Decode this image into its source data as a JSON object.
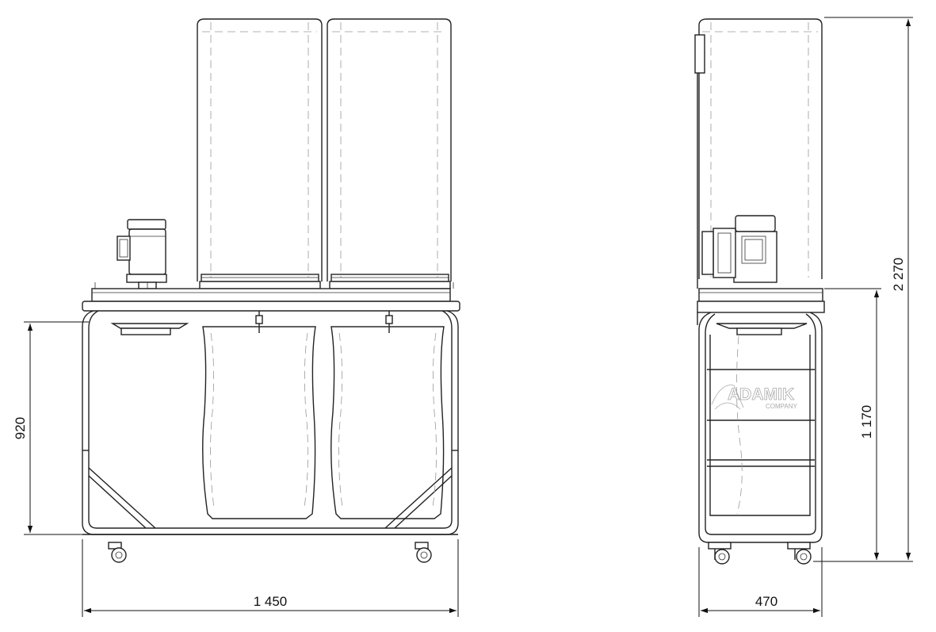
{
  "dimensions": {
    "front_width": "1 450",
    "front_height": "920",
    "side_width": "470",
    "side_total_height": "2 270",
    "side_frame_height": "1 170"
  },
  "logo": {
    "name": "ADAMIK",
    "sub": "COMPANY"
  }
}
